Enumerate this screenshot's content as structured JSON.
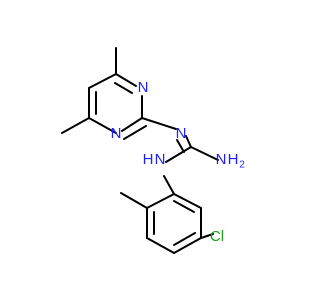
{
  "atoms": {
    "n_ring_top": "N",
    "n_ring_bottom": "N",
    "n_imine": "N",
    "n_amine_h": "N",
    "h_amine": "H",
    "nh2_n": "N",
    "nh2_h": "H",
    "nh2_sub": "2",
    "cl": "Cl"
  },
  "colors": {
    "bond": "#000000",
    "nitrogen": "#1f1fff",
    "chlorine": "#1f9e1f",
    "background": "#ffffff"
  }
}
